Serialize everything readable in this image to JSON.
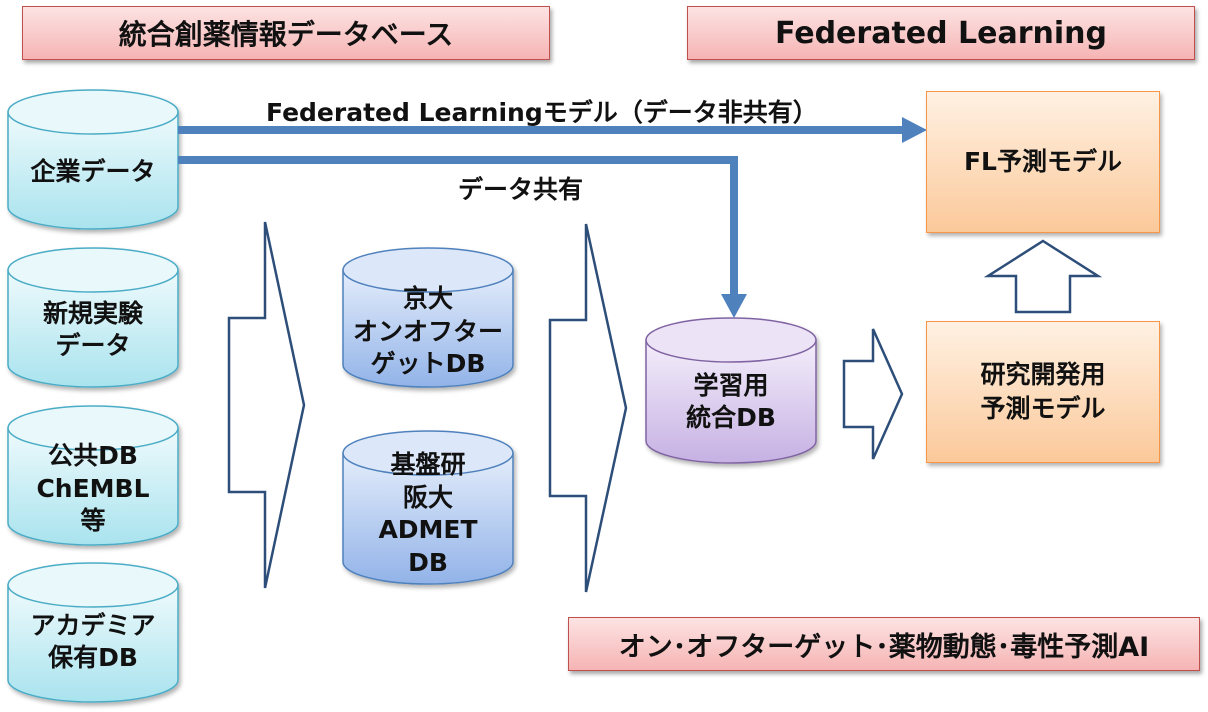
{
  "headers": {
    "left": "統合創薬情報データベース",
    "right": "Federated Learning",
    "bottom": "オン･オフターゲット･薬物動態･毒性予測AI"
  },
  "sources": [
    {
      "label": "企業データ"
    },
    {
      "label": "新規実験\nデータ"
    },
    {
      "label": "公共DB\nChEMBL\n等"
    },
    {
      "label": "アカデミア\n保有DB"
    }
  ],
  "middle_dbs": [
    {
      "label": "京大\nオンオフター\nゲットDB"
    },
    {
      "label": "基盤研\n阪大\nADMET\nDB"
    }
  ],
  "integrated_db": {
    "label": "学習用\n統合DB"
  },
  "models": {
    "fl": "FL予測モデル",
    "research": "研究開発用\n予測モデル"
  },
  "flows": {
    "fl_model": "Federated Learningモデル（データ非共有）",
    "data_sharing": "データ共有"
  },
  "colors": {
    "cyan_fill": "#c5eef5",
    "blue_fill": "#b4cbf0",
    "purple_fill": "#ddd0ee",
    "orange_fill": "#fbc99a",
    "arrow_blue": "#4f81bd",
    "banner_border": "#c0504d"
  }
}
